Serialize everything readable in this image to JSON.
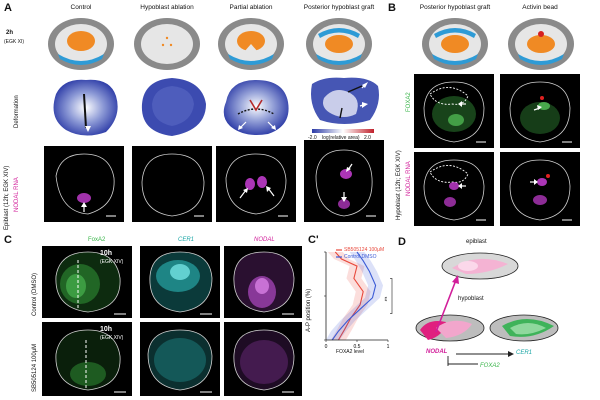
{
  "panelA": {
    "letter": "A",
    "columns": [
      "Control",
      "Hypoblast ablation",
      "Partial ablation",
      "Posterior hypoblast graft"
    ],
    "time_label": "2h",
    "stage_label": "(EGK XI)",
    "row1_label": "Deformation",
    "row2_label": "NODAL RNA",
    "row_group_label": "Epiblast (12h; EGK XIV)",
    "colorbar": {
      "min": "-2.0",
      "caption": "log(relative area)",
      "max": "2.0"
    }
  },
  "panelB": {
    "letter": "B",
    "columns": [
      "Posterior hypoblast graft",
      "Activin bead"
    ],
    "row1_label": "FOXA2",
    "row2_label": "NODAL RNA",
    "row_group_label": "Hypoblast (12h; EGK XIV)"
  },
  "panelC": {
    "letter": "C",
    "columns": [
      "FoxA2",
      "CER1",
      "NODAL"
    ],
    "row1_label": "Control (DMSO)",
    "row2_label": "SB505124 100μM",
    "time_label": "10h",
    "stage_label": "(EGK XIV)"
  },
  "panelC2": {
    "letter": "C'",
    "legend": [
      "SB505124 100μM",
      "Control DMSO"
    ],
    "significance": "**",
    "colors": {
      "sb": "#e8483b",
      "ctrl": "#3b5bd6"
    }
  },
  "panelD": {
    "letter": "D",
    "epiblast": "epiblast",
    "hypoblast": "hypoblast",
    "nodal": "NODAL",
    "cer1": "CER1",
    "foxa2": "FOXA2"
  },
  "chart_data": {
    "type": "line",
    "title": "",
    "xlabel": "FOXA2 level",
    "ylabel": "A-P position (%)",
    "xlim": [
      0,
      1
    ],
    "ylim": [
      0,
      100
    ],
    "x_ticks": [
      0,
      0.5,
      1
    ],
    "x_tick_labels": [
      "0",
      "0.5",
      "1"
    ],
    "y_ticks": [
      0,
      50,
      100
    ],
    "series": [
      {
        "name": "SB505124 100μM",
        "color": "#e8483b",
        "points": [
          [
            0.15,
            100
          ],
          [
            0.25,
            92
          ],
          [
            0.5,
            84
          ],
          [
            0.45,
            70
          ],
          [
            0.6,
            55
          ],
          [
            0.55,
            40
          ],
          [
            0.4,
            25
          ],
          [
            0.3,
            12
          ],
          [
            0.2,
            0
          ]
        ]
      },
      {
        "name": "Control DMSO",
        "color": "#3b5bd6",
        "points": [
          [
            0.5,
            100
          ],
          [
            0.6,
            90
          ],
          [
            0.7,
            78
          ],
          [
            0.8,
            62
          ],
          [
            0.75,
            48
          ],
          [
            0.55,
            35
          ],
          [
            0.35,
            22
          ],
          [
            0.2,
            10
          ],
          [
            0.1,
            0
          ]
        ]
      }
    ]
  }
}
